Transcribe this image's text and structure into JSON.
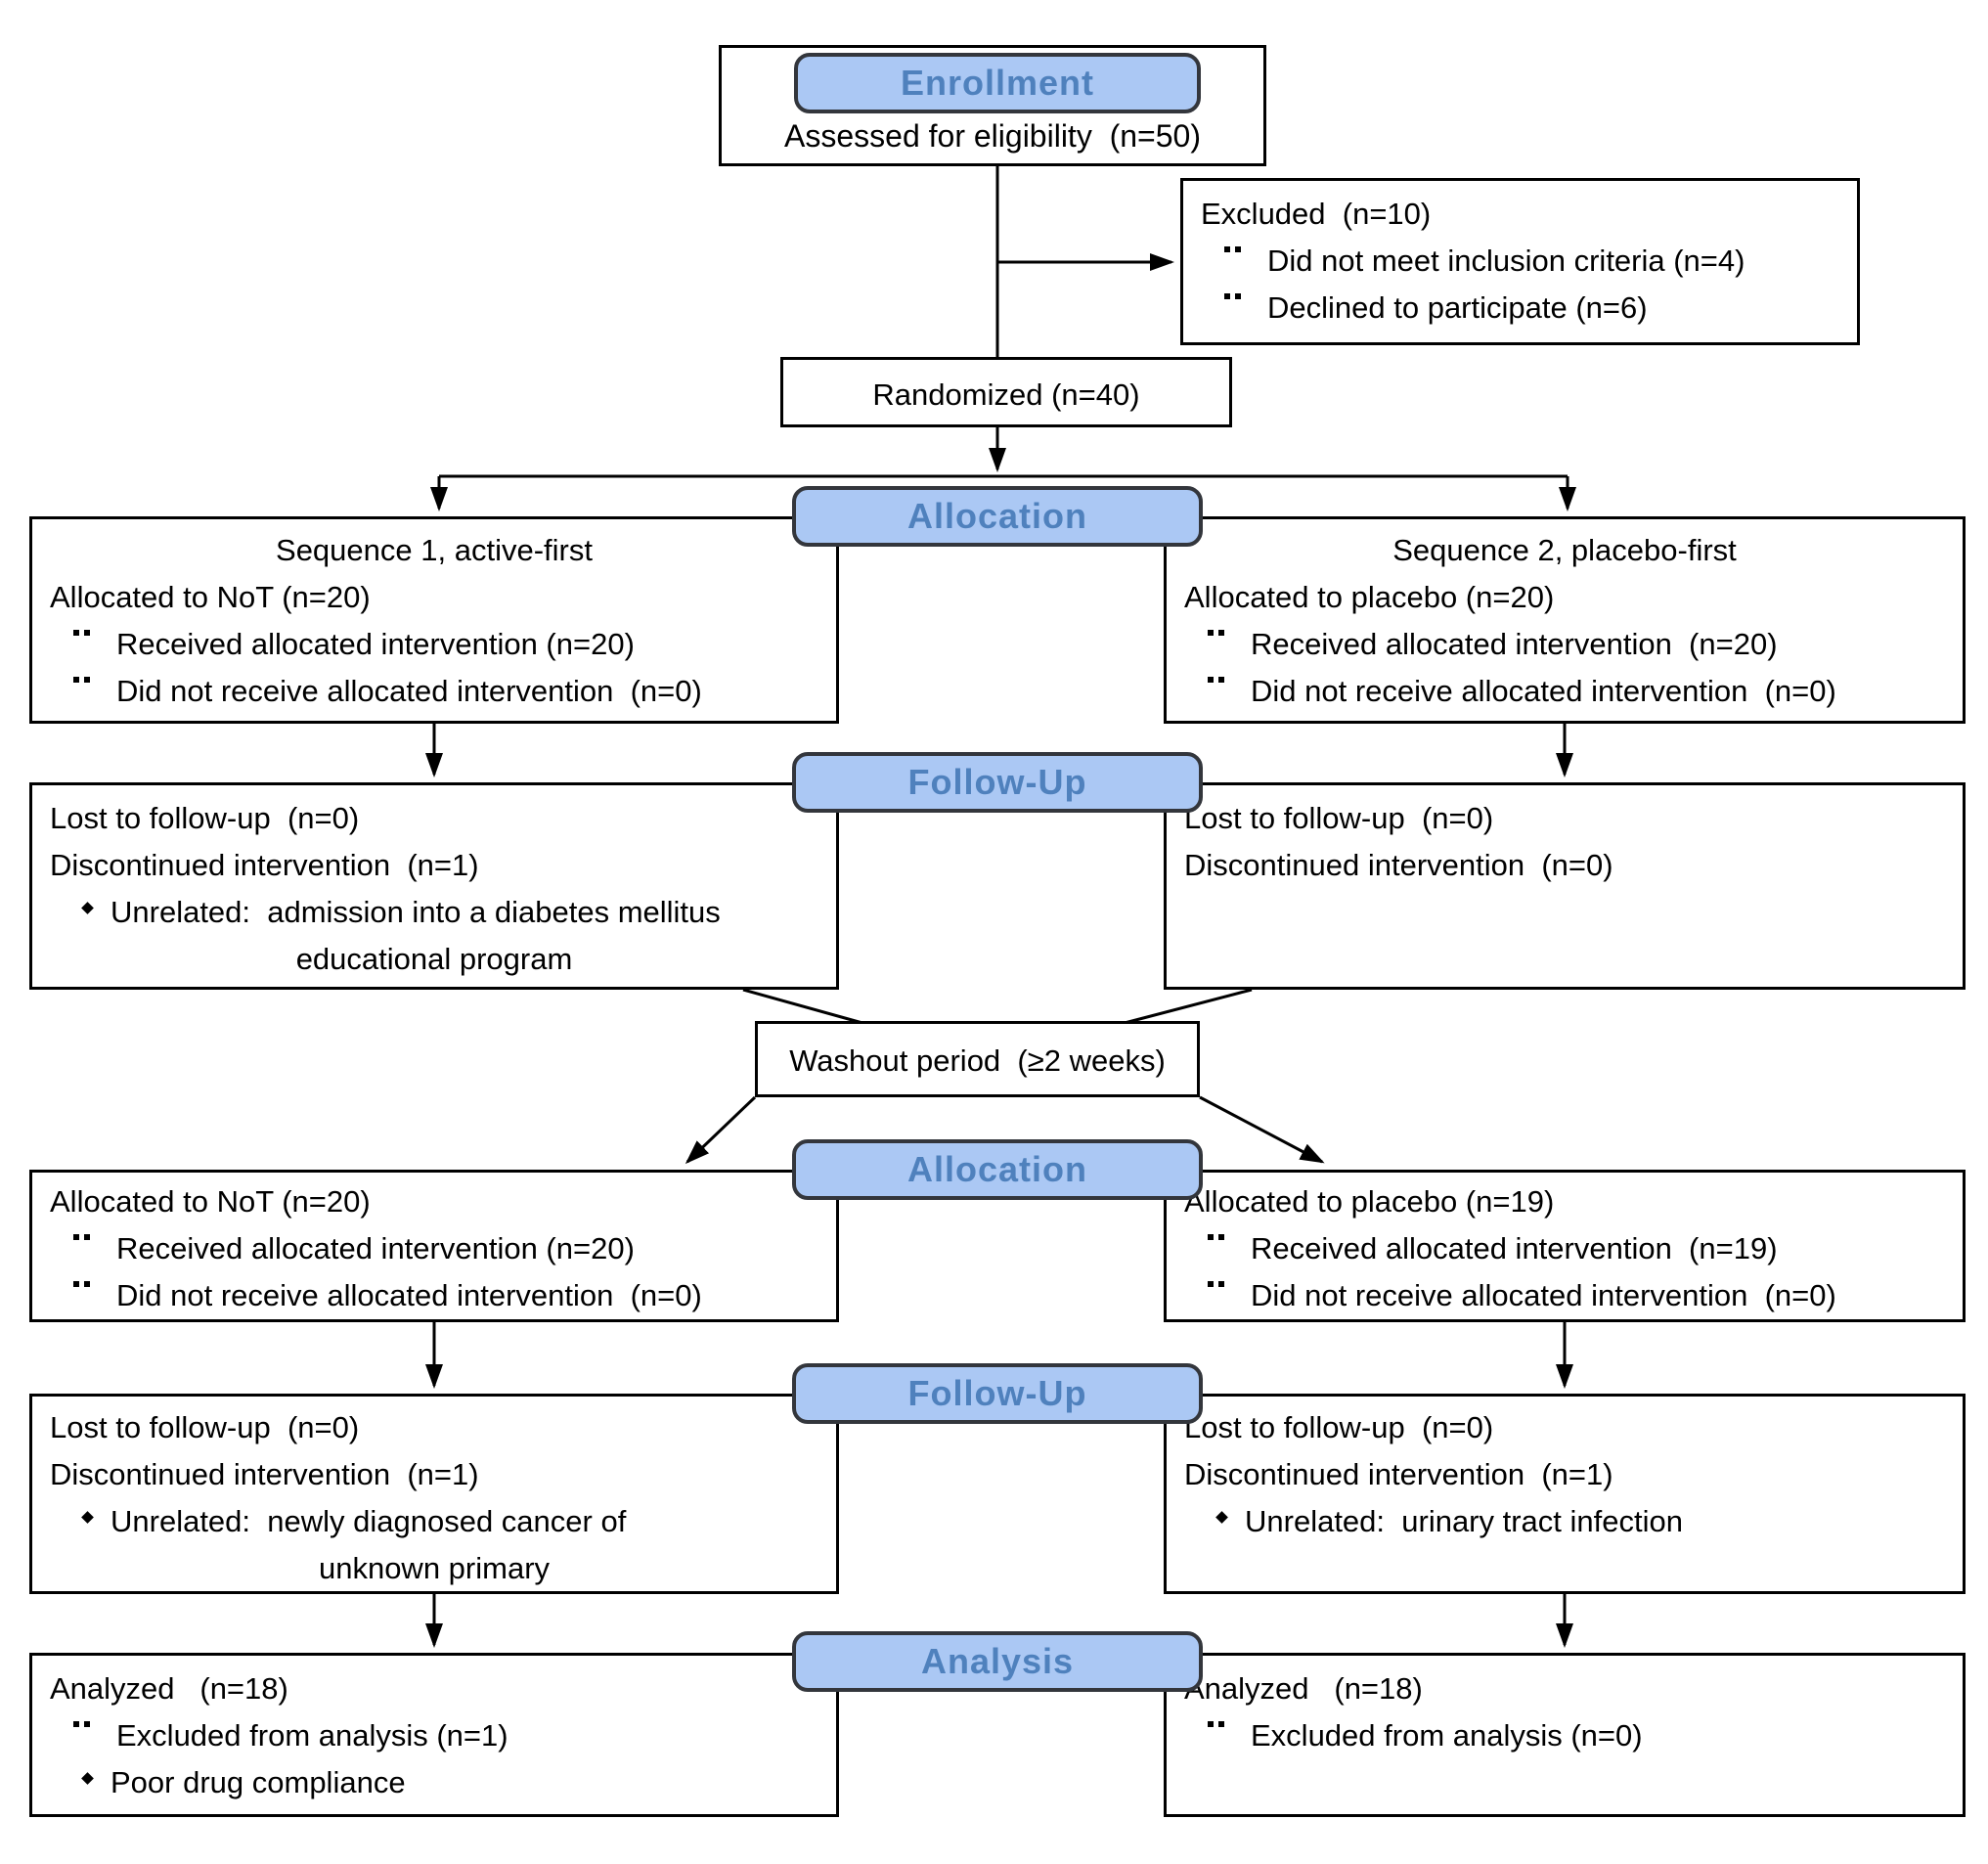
{
  "colors": {
    "pill_fill": "#abc8f4",
    "pill_border": "#33363c",
    "pill_text": "#4f81bd",
    "box_border": "#000000",
    "body_text": "#000000",
    "background": "#ffffff"
  },
  "pills": {
    "enrollment": "Enrollment",
    "allocation_1": "Allocation",
    "follow_up_1": "Follow-Up",
    "allocation_2": "Allocation",
    "follow_up_2": "Follow-Up",
    "analysis": "Analysis"
  },
  "boxes": {
    "enrollment": {
      "line": "Assessed for eligibility  (n=50)"
    },
    "excluded": {
      "title": "Excluded  (n=10)",
      "items": [
        "Did not meet inclusion criteria (n=4)",
        "Declined to participate (n=6)"
      ]
    },
    "randomized": {
      "label": "Randomized (n=40)"
    },
    "alloc1_left": {
      "header": "Sequence 1, active-first",
      "line": "Allocated to NoT (n=20)",
      "items": [
        "Received allocated intervention (n=20)",
        "Did not receive allocated intervention  (n=0)"
      ]
    },
    "alloc1_right": {
      "header": "Sequence 2, placebo-first",
      "line": "Allocated to placebo (n=20)",
      "items": [
        "Received allocated intervention  (n=20)",
        "Did not receive allocated intervention  (n=0)"
      ]
    },
    "fu1_left": {
      "line1": "Lost to follow-up  (n=0)",
      "line2": "Discontinued intervention  (n=1)",
      "sub": "Unrelated:  admission into a diabetes mellitus",
      "sub_cont": "educational program"
    },
    "fu1_right": {
      "line1": "Lost to follow-up  (n=0)",
      "line2": "Discontinued intervention  (n=0)"
    },
    "washout": {
      "label": "Washout period  (≥2 weeks)"
    },
    "alloc2_left": {
      "line": "Allocated to NoT (n=20)",
      "items": [
        "Received allocated intervention (n=20)",
        "Did not receive allocated intervention  (n=0)"
      ]
    },
    "alloc2_right": {
      "line": "Allocated to placebo (n=19)",
      "items": [
        "Received allocated intervention  (n=19)",
        "Did not receive allocated intervention  (n=0)"
      ]
    },
    "fu2_left": {
      "line1": "Lost to follow-up  (n=0)",
      "line2": "Discontinued intervention  (n=1)",
      "sub": "Unrelated:  newly diagnosed cancer of",
      "sub_cont": "unknown primary"
    },
    "fu2_right": {
      "line1": "Lost to follow-up  (n=0)",
      "line2": "Discontinued intervention  (n=1)",
      "sub": "Unrelated:  urinary tract infection"
    },
    "analysis_left": {
      "line": "Analyzed   (n=18)",
      "items": [
        "Excluded from analysis (n=1)"
      ],
      "sub": "Poor drug compliance"
    },
    "analysis_right": {
      "line": "Analyzed   (n=18)",
      "items": [
        "Excluded from analysis (n=0)"
      ]
    }
  }
}
